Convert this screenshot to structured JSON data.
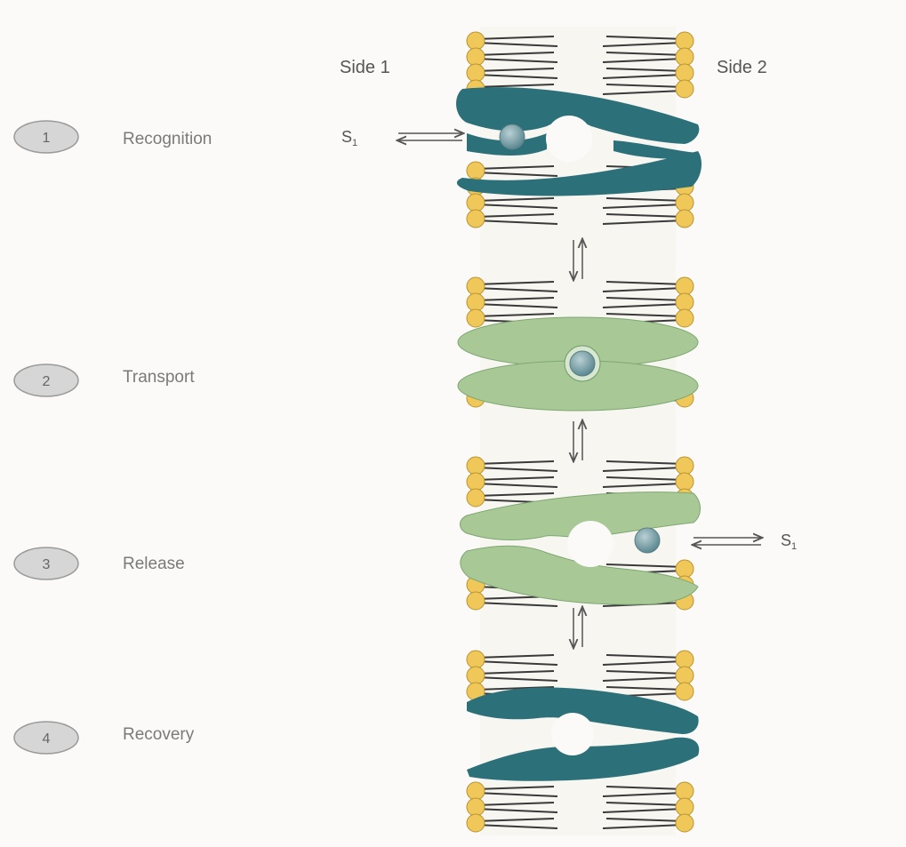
{
  "sides": {
    "left": "Side 1",
    "right": "Side 2"
  },
  "steps": [
    {
      "number": "1",
      "label": "Recognition"
    },
    {
      "number": "2",
      "label": "Transport"
    },
    {
      "number": "3",
      "label": "Release"
    },
    {
      "number": "4",
      "label": "Recovery"
    }
  ],
  "substrate": {
    "symbol": "S",
    "subscript": "1"
  },
  "colors": {
    "open_protein": "#2c7079",
    "closed_protein": "#a8c996",
    "lipid_head": "#f0c85a",
    "lipid_tail": "#3a3a3a",
    "substrate": "#6f9aa3",
    "step_badge": "#d6d6d6"
  }
}
